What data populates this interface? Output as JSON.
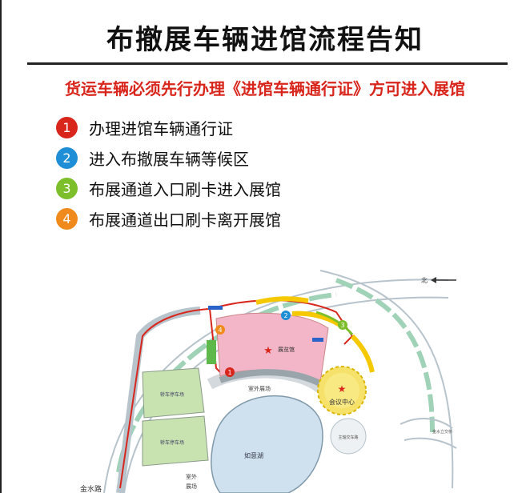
{
  "header": {
    "title": "布撤展车辆进馆流程告知",
    "notice": "货运车辆必须先行办理《进馆车辆通行证》方可进入展馆"
  },
  "steps": [
    {
      "number": "1",
      "label": "办理进馆车辆通行证",
      "color": "#d9261c"
    },
    {
      "number": "2",
      "label": "进入布撤展车辆等候区",
      "color": "#1e8ed6"
    },
    {
      "number": "3",
      "label": "布展通道入口刷卡进入展馆",
      "color": "#7cbf2a"
    },
    {
      "number": "4",
      "label": "布展通道出口刷卡离开展馆",
      "color": "#f08a1c"
    }
  ],
  "map": {
    "exhibition_hall": "展览馆",
    "conference_center": "会议中心",
    "lake": "如意湖",
    "outdoor_site_top": "室外展场",
    "outdoor_site_bottom_1": "室外",
    "outdoor_site_bottom_2": "展场",
    "parking_1": "轿车停车场",
    "parking_2": "轿车停车场",
    "road_bottom_left": "金水路",
    "road_right": "金水立交桥",
    "road_plaza": "主轴交车路",
    "north_label": "北",
    "colors": {
      "hall": "#f3b6c8",
      "green": "#c8e3b0",
      "road": "#9aa5ab",
      "lake": "#cfe1ee",
      "yellow": "#f5c800",
      "blue": "#2a64c8",
      "route": "#d9261c"
    }
  }
}
